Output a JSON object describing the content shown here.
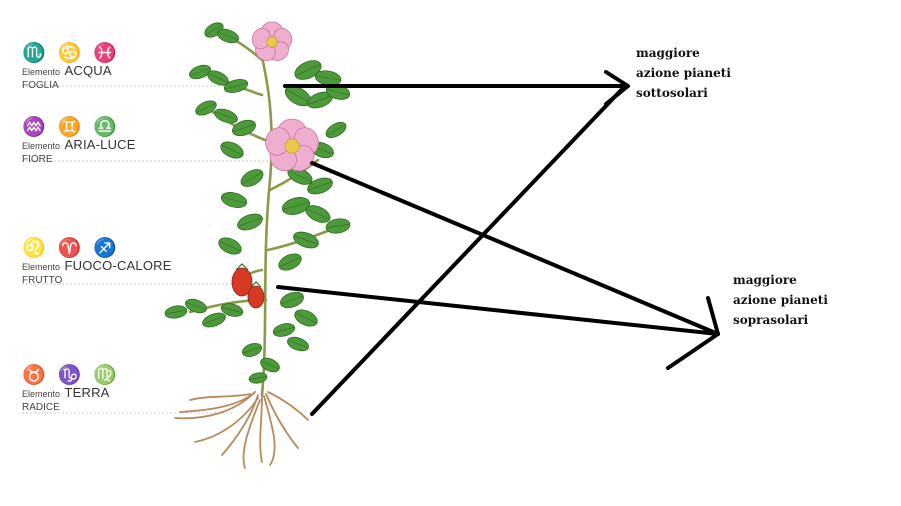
{
  "elements": [
    {
      "signs": "♏ ♋ ♓",
      "prefix": "Elemento",
      "name": "ACQUA",
      "part": "FOGLIA"
    },
    {
      "signs": "♒ ♊ ♎",
      "prefix": "Elemento",
      "name": "ARIA-LUCE",
      "part": "FIORE"
    },
    {
      "signs": "♌ ♈ ♐",
      "prefix": "Elemento",
      "name": "FUOCO-CALORE",
      "part": "FRUTTO"
    },
    {
      "signs": "♉ ♑ ♍",
      "prefix": "Elemento",
      "name": "TERRA",
      "part": "RADICE"
    }
  ],
  "notes": {
    "sottosolari": [
      "maggiore",
      "azione pianeti",
      "sottosolari"
    ],
    "soprasolari": [
      "maggiore",
      "azione pianeti",
      "soprasolari"
    ]
  },
  "colors": {
    "leaf": "#4d9a3a",
    "leaf_dark": "#2f6b22",
    "stem": "#8a9a4a",
    "petal": "#efaed0",
    "petal_edge": "#c9749f",
    "flower_center": "#e8c94a",
    "fruit": "#d63a25",
    "root": "#b58a5c",
    "arrow": "#000000",
    "guide_line": "#c8c8c8"
  }
}
